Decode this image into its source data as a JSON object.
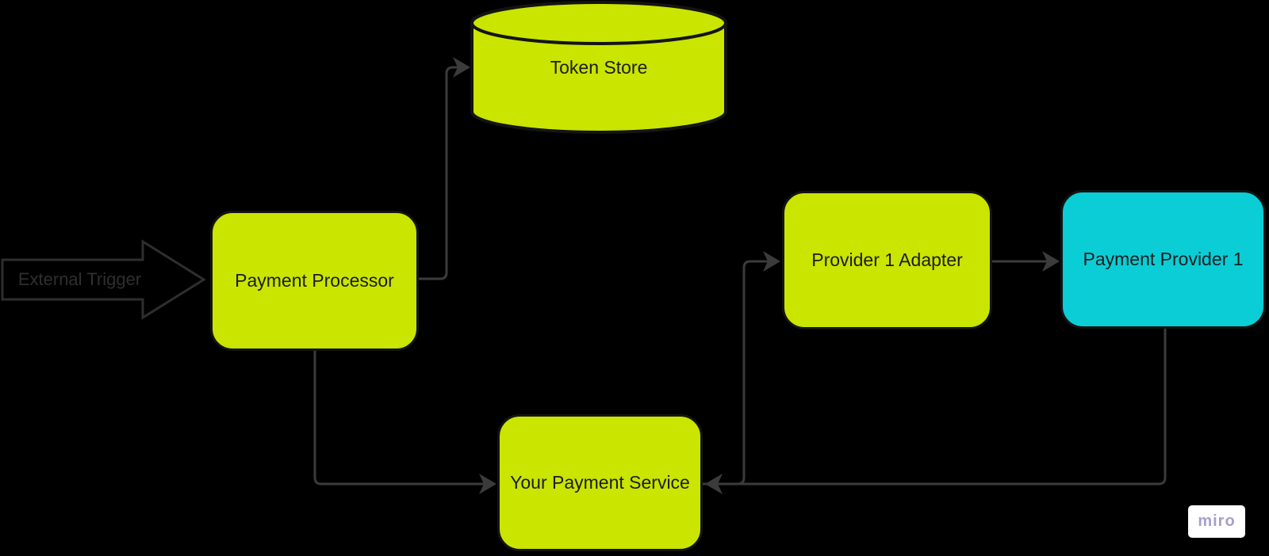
{
  "canvas": {
    "background": "#000000"
  },
  "diagram": {
    "nodes": [
      {
        "id": "external-trigger",
        "label": "External Trigger",
        "shape": "block-arrow",
        "fill": "none",
        "stroke": "#2e2e2e"
      },
      {
        "id": "payment-processor",
        "label": "Payment Processor",
        "shape": "rounded-rectangle",
        "fill": "#c9e500"
      },
      {
        "id": "token-store",
        "label": "Token Store",
        "shape": "cylinder",
        "fill": "#c9e500"
      },
      {
        "id": "provider-1-adapter",
        "label": "Provider 1 Adapter",
        "shape": "rounded-rectangle",
        "fill": "#c9e500"
      },
      {
        "id": "payment-provider-1",
        "label": "Payment Provider 1",
        "shape": "rounded-rectangle",
        "fill": "#0bcdd5"
      },
      {
        "id": "your-payment-service",
        "label": "Your Payment Service",
        "shape": "rounded-rectangle",
        "fill": "#c9e500"
      }
    ],
    "edges": [
      {
        "from": "payment-processor",
        "to": "token-store"
      },
      {
        "from": "payment-processor",
        "to": "your-payment-service"
      },
      {
        "from": "your-payment-service",
        "to": "provider-1-adapter"
      },
      {
        "from": "provider-1-adapter",
        "to": "payment-provider-1"
      },
      {
        "from": "payment-provider-1",
        "to": "your-payment-service"
      }
    ],
    "colors": {
      "lime": "#c9e500",
      "cyan": "#0bcdd5",
      "connector": "#3b3b3b",
      "node_text": "#1c1c1e",
      "shape_border": "#141414",
      "external_trigger_stroke": "#2e2e2e"
    }
  },
  "watermark": {
    "label": "miro",
    "text_color": "#a6a0c9",
    "background": "#ffffff"
  }
}
